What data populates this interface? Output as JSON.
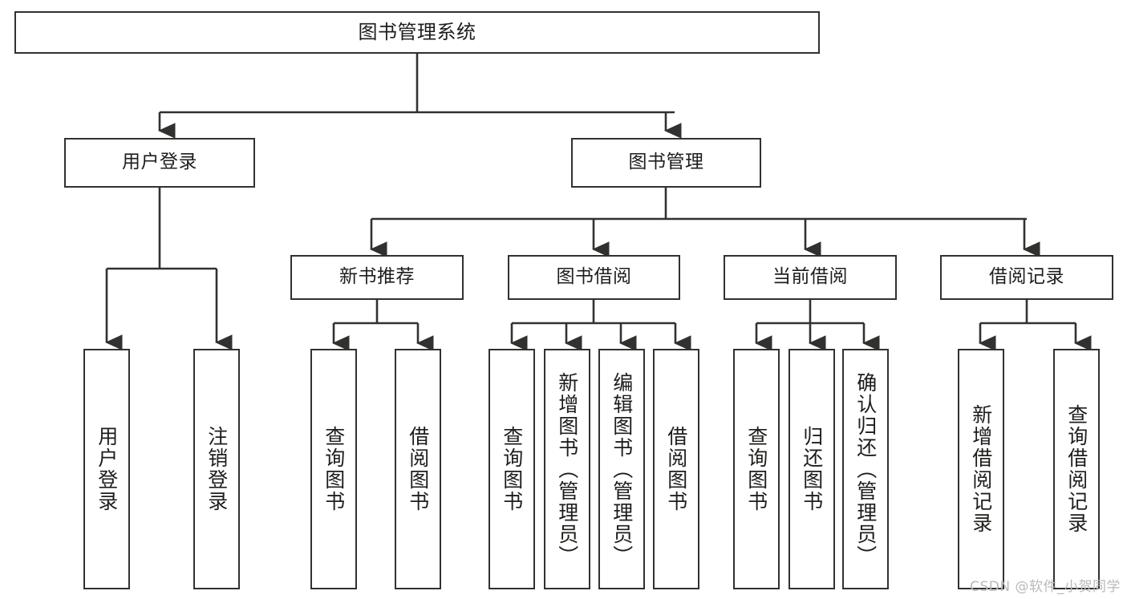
{
  "diagram": {
    "title": "图书管理系统",
    "type": "功能结构图",
    "stroke_color": "#30322f",
    "text_color": "#1d1d1b",
    "background_color": "#ffffff"
  },
  "nodes": {
    "root": {
      "label": "图书管理系统"
    },
    "level2": [
      {
        "label": "用户登录"
      },
      {
        "label": "图书管理"
      }
    ],
    "level3": [
      {
        "label": "新书推荐"
      },
      {
        "label": "图书借阅"
      },
      {
        "label": "当前借阅"
      },
      {
        "label": "借阅记录"
      }
    ],
    "leaves_user_login": [
      {
        "label": "用户登录"
      },
      {
        "label": "注销登录"
      }
    ],
    "leaves_new_book": [
      {
        "label": "查询图书"
      },
      {
        "label": "借阅图书"
      }
    ],
    "leaves_book_borrow": [
      {
        "label": "查询图书"
      },
      {
        "label": "新增图书（管理员）"
      },
      {
        "label": "编辑图书（管理员）"
      },
      {
        "label": "借阅图书"
      }
    ],
    "leaves_current_borrow": [
      {
        "label": "查询图书"
      },
      {
        "label": "归还图书"
      },
      {
        "label": "确认归还（管理员）"
      }
    ],
    "leaves_borrow_record": [
      {
        "label": "新增借阅记录"
      },
      {
        "label": "查询借阅记录"
      }
    ]
  },
  "watermark": {
    "text": "CSDN @软件_小贺同学"
  }
}
